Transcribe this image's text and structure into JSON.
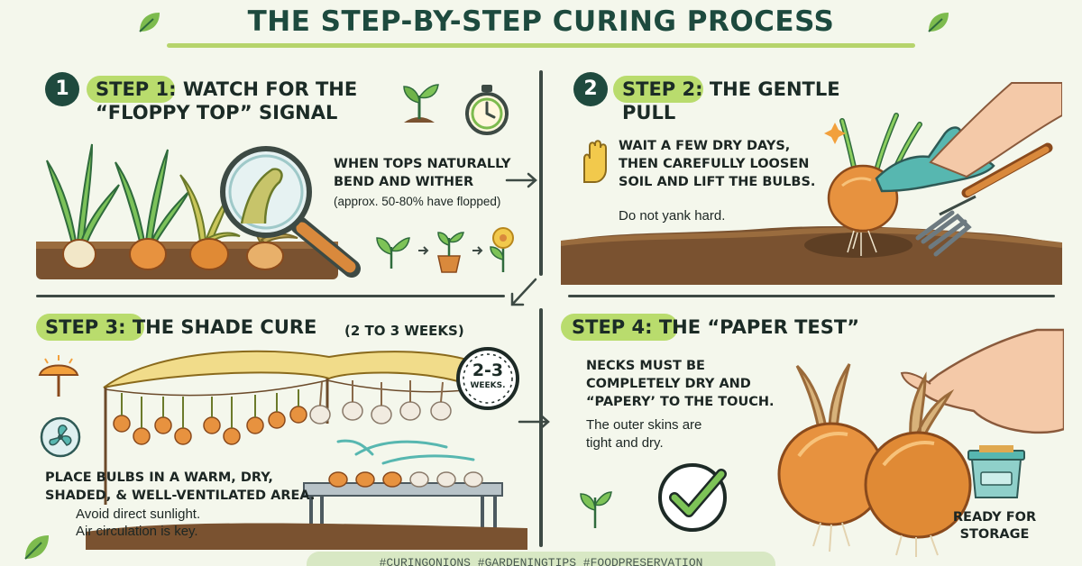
{
  "title": "THE STEP-BY-STEP CURING PROCESS",
  "colors": {
    "accent_green": "#b9dc6d",
    "dark_green": "#1f4a3e",
    "soil": "#7a5230",
    "onion": "#e08a35",
    "tarp": "#f1dc8a"
  },
  "step1": {
    "number": "1",
    "heading_line1": "STEP 1: WATCH FOR THE",
    "heading_line2": "“FLOPPY TOP” SIGNAL",
    "text_line1": "WHEN TOPS NATURALLY",
    "text_line2": "BEND AND WITHER",
    "note": "(approx. 50-80% have flopped)"
  },
  "step2": {
    "number": "2",
    "heading_line1": "STEP 2: THE GENTLE",
    "heading_line2": "PULL",
    "text_line1": "WAIT A FEW DRY DAYS,",
    "text_line2": "THEN CAREFULLY LOOSEN",
    "text_line3": "SOIL AND LIFT THE BULBS.",
    "note": "Do not yank hard."
  },
  "step3": {
    "heading": "STEP 3: THE SHADE CURE",
    "heading_suffix": "(2 TO 3 WEEKS)",
    "timer_value": "2-3",
    "timer_unit": "WEEKS.",
    "text_line1": "PLACE BULBS IN A WARM, DRY,",
    "text_line2": "SHADED, & WELL-VENTILATED AREA.",
    "note_line1": "Avoid direct sunlight.",
    "note_line2": "Air circulation is key."
  },
  "step4": {
    "heading": "STEP 4: THE “PAPER TEST”",
    "text_line1": "NECKS MUST BE",
    "text_line2": "COMPLETELY DRY AND",
    "text_line3": "“PAPERY’ TO THE TOUCH.",
    "note_line1": "The outer skins are",
    "note_line2": "tight and dry.",
    "storage_line1": "READY FOR",
    "storage_line2": "STORAGE"
  },
  "icons": [
    "leaf-icon",
    "seedling-icon",
    "stopwatch-icon",
    "magnifier-icon",
    "glove-icon",
    "hand-trowel-icon",
    "sun-umbrella-icon",
    "fan-icon",
    "timer-icon",
    "check-icon",
    "storage-bin-icon",
    "arrow-icon"
  ],
  "hashtags": "#CURINGONIONS #GARDENINGTIPS #FOODPRESERVATION"
}
